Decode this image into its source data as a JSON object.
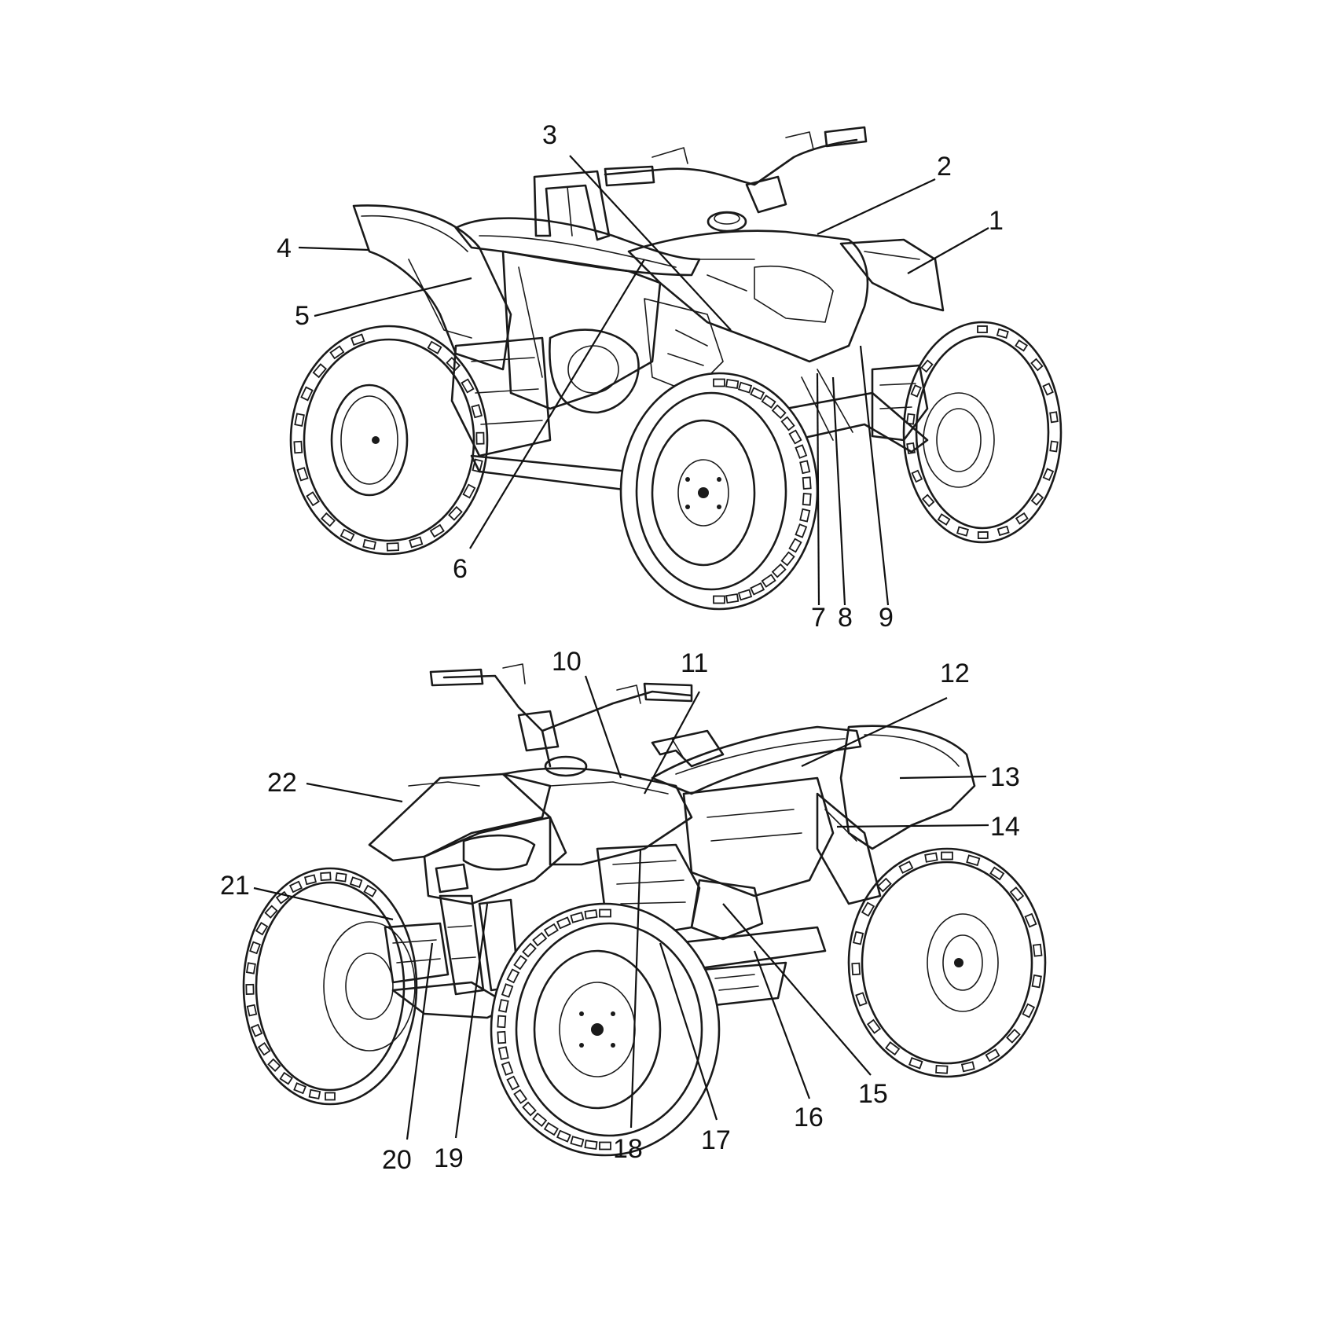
{
  "diagram": {
    "callouts": [
      {
        "id": "1",
        "label": "1"
      },
      {
        "id": "2",
        "label": "2"
      },
      {
        "id": "3",
        "label": "3"
      },
      {
        "id": "4",
        "label": "4"
      },
      {
        "id": "5",
        "label": "5"
      },
      {
        "id": "6",
        "label": "6"
      },
      {
        "id": "7",
        "label": "7"
      },
      {
        "id": "8",
        "label": "8"
      },
      {
        "id": "9",
        "label": "9"
      },
      {
        "id": "10",
        "label": "10"
      },
      {
        "id": "11",
        "label": "11"
      },
      {
        "id": "12",
        "label": "12"
      },
      {
        "id": "13",
        "label": "13"
      },
      {
        "id": "14",
        "label": "14"
      },
      {
        "id": "15",
        "label": "15"
      },
      {
        "id": "16",
        "label": "16"
      },
      {
        "id": "17",
        "label": "17"
      },
      {
        "id": "18",
        "label": "18"
      },
      {
        "id": "19",
        "label": "19"
      },
      {
        "id": "20",
        "label": "20"
      },
      {
        "id": "21",
        "label": "21"
      },
      {
        "id": "22",
        "label": "22"
      }
    ],
    "line_color": "#1a1a1a",
    "background": "#ffffff"
  }
}
